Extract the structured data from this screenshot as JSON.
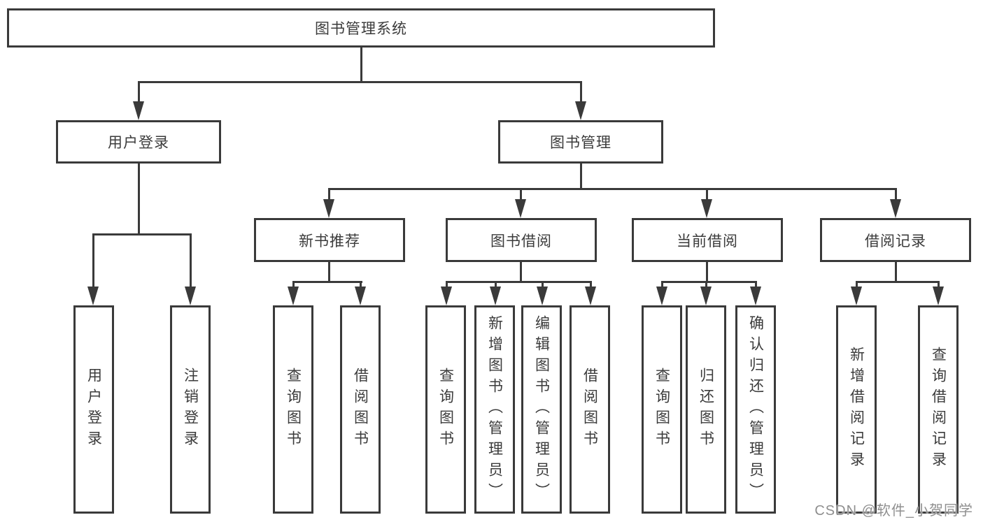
{
  "diagram_title": "图书管理系统",
  "watermark": "CSDN @软件_小贺同学",
  "colors": {
    "stroke": "#3a3a3a",
    "text": "#3b3b3b",
    "background": "#ffffff",
    "watermark": "#8f8f8f"
  },
  "nodes": {
    "root": {
      "label": "图书管理系统"
    },
    "level2": [
      {
        "label": "用户登录"
      },
      {
        "label": "图书管理"
      }
    ],
    "level3": [
      {
        "label": "新书推荐"
      },
      {
        "label": "图书借阅"
      },
      {
        "label": "当前借阅"
      },
      {
        "label": "借阅记录"
      }
    ],
    "leaves": {
      "user_login": [
        {
          "label": "用户登录"
        },
        {
          "label": "注销登录"
        }
      ],
      "new_book_recommend": [
        {
          "label": "查询图书"
        },
        {
          "label": "借阅图书"
        }
      ],
      "book_borrow": [
        {
          "label": "查询图书"
        },
        {
          "label": "新增图书（管理员）"
        },
        {
          "label": "编辑图书（管理员）"
        },
        {
          "label": "借阅图书"
        }
      ],
      "current_borrow": [
        {
          "label": "查询图书"
        },
        {
          "label": "归还图书"
        },
        {
          "label": "确认归还（管理员）"
        }
      ],
      "borrow_records": [
        {
          "label": "新增借阅记录"
        },
        {
          "label": "查询借阅记录"
        }
      ]
    }
  }
}
